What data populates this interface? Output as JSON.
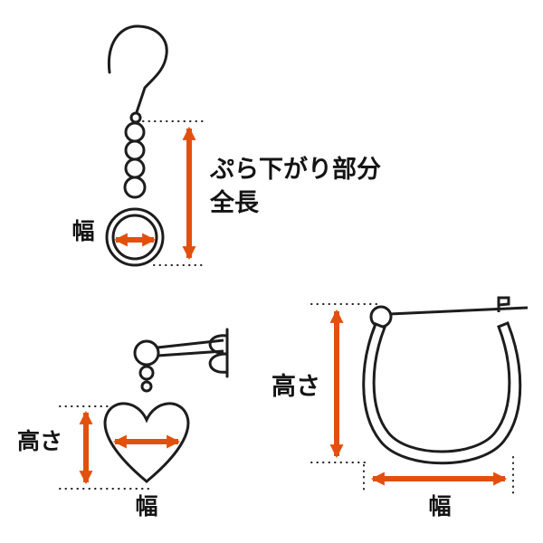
{
  "diagram": {
    "title": "earring measurement guide",
    "colors": {
      "arrow": "#e2500e",
      "line": "#1d1d1d"
    },
    "labels": {
      "dangle_length_line1": "ぷら下がり部分",
      "dangle_length_line2": "全長",
      "hook_width": "幅",
      "heart_height": "高さ",
      "heart_width": "幅",
      "hoop_height": "高さ",
      "hoop_width": "幅"
    }
  }
}
